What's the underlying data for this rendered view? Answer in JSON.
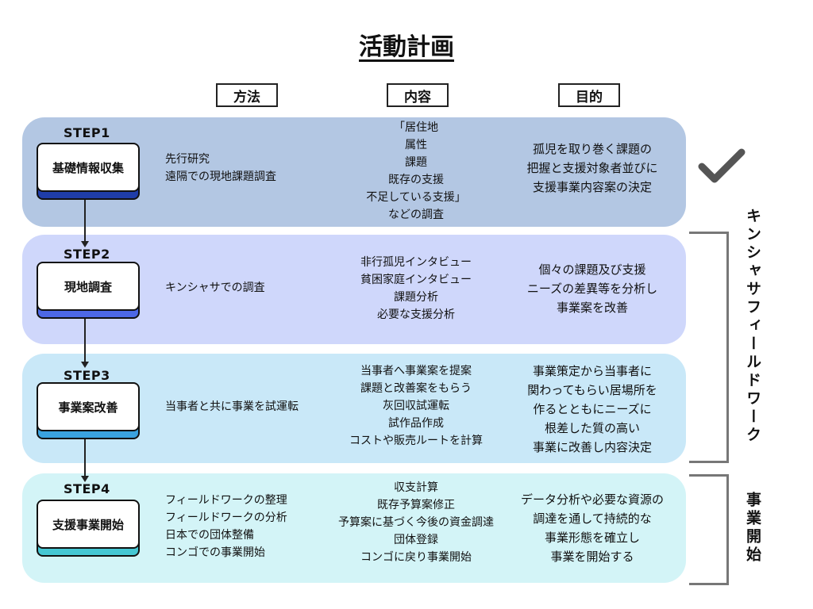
{
  "title": "活動計画",
  "headers": {
    "method": "方法",
    "content": "内容",
    "purpose": "目的"
  },
  "steps": [
    {
      "label": "STEP1",
      "name": "基礎情報収集",
      "method": [
        "先行研究",
        "遠隔での現地課題調査"
      ],
      "content": [
        "「居住地",
        "属性",
        "課題",
        "既存の支援",
        "不足している支援」",
        "などの調査"
      ],
      "purpose": [
        "孤児を取り巻く課題の",
        "把握と支援対象者並びに",
        "支援事業内容案の決定"
      ]
    },
    {
      "label": "STEP2",
      "name": "現地調査",
      "method": [
        "キンシャサでの調査"
      ],
      "content": [
        "非行孤児インタビュー",
        "貧困家庭インタビュー",
        "課題分析",
        "必要な支援分析"
      ],
      "purpose": [
        "個々の課題及び支援",
        "ニーズの差異等を分析し",
        "事業案を改善"
      ]
    },
    {
      "label": "STEP3",
      "name": "事業案改善",
      "method": [
        "当事者と共に事業を試運転"
      ],
      "content": [
        "当事者へ事業案を提案",
        "課題と改善案をもらう",
        "灰回収試運転",
        "試作品作成",
        "コストや販売ルートを計算"
      ],
      "purpose": [
        "事業策定から当事者に",
        "関わってもらい居場所を",
        "作るとともにニーズに",
        "根差した質の高い",
        "事業に改善し内容決定"
      ]
    },
    {
      "label": "STEP4",
      "name": "支援事業開始",
      "method": [
        "フィールドワークの整理",
        "フィールドワークの分析",
        "日本での団体整備",
        "コンゴでの事業開始"
      ],
      "content": [
        "収支計算",
        "既存予算案修正",
        "予算案に基づく今後の資金調達",
        "団体登録",
        "コンゴに戻り事業開始"
      ],
      "purpose": [
        "データ分析や必要な資源の",
        "調達を通して持続的な",
        "事業形態を確立し",
        "事業を開始する"
      ]
    }
  ],
  "phases": {
    "fieldwork": "キンシャサフィールドワーク",
    "launch": "事業開始"
  },
  "icons": {
    "step1_done": "checkmark-icon"
  },
  "colors": {
    "step1_band": "#b3c7e3",
    "step2_band": "#cfd7fb",
    "step3_band": "#c9e8f8",
    "step4_band": "#d3f4f7",
    "step1_accent": "#1f3da8",
    "step2_accent": "#4d68e6",
    "step3_accent": "#3aa2e0",
    "step4_accent": "#45c7d3",
    "checkmark": "#555555",
    "bracket": "#777777"
  }
}
